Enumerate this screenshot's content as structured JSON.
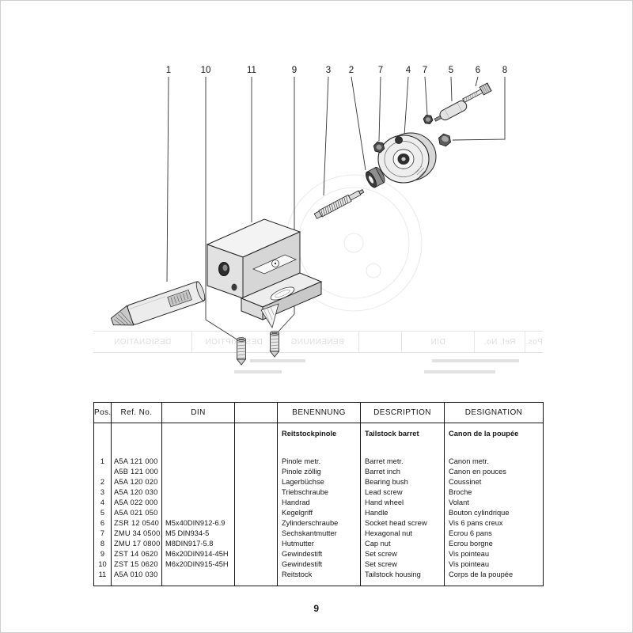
{
  "colors": {
    "ink": "#1a1a1a",
    "paper": "#ffffff"
  },
  "page": {
    "number": "9"
  },
  "diagram": {
    "callouts": [
      {
        "label": "1"
      },
      {
        "label": "10"
      },
      {
        "label": "11"
      },
      {
        "label": "9"
      },
      {
        "label": "3"
      },
      {
        "label": "2"
      },
      {
        "label": "7"
      },
      {
        "label": "4"
      },
      {
        "label": "7"
      },
      {
        "label": "5"
      },
      {
        "label": "6"
      },
      {
        "label": "8"
      }
    ]
  },
  "table": {
    "headers": {
      "pos": "Pos.",
      "ref": "Ref. No.",
      "din": "DIN",
      "benennung": "BENENNUNG",
      "description": "DESCRIPTION",
      "designation": "DESIGNATION"
    },
    "group": {
      "benennung": "Reitstockpinole",
      "description": "Tailstock barret",
      "designation": "Canon de la poupée"
    },
    "rows": [
      {
        "pos": "1",
        "ref": "A5A 121 000",
        "din": "",
        "benennung": "Pinole metr.",
        "description": "Barret metr.",
        "designation": "Canon metr."
      },
      {
        "pos": "",
        "ref": "A5B 121 000",
        "din": "",
        "benennung": "Pinole zöllig",
        "description": "Barret inch",
        "designation": "Canon en pouces"
      },
      {
        "pos": "2",
        "ref": "A5A 120 020",
        "din": "",
        "benennung": "Lagerbüchse",
        "description": "Bearing bush",
        "designation": "Coussinet"
      },
      {
        "pos": "3",
        "ref": "A5A 120 030",
        "din": "",
        "benennung": "Triebschraube",
        "description": "Lead screw",
        "designation": "Broche"
      },
      {
        "pos": "4",
        "ref": "A5A 022 000",
        "din": "",
        "benennung": "Handrad",
        "description": "Hand wheel",
        "designation": "Volant"
      },
      {
        "pos": "5",
        "ref": "A5A 021 050",
        "din": "",
        "benennung": "Kegelgriff",
        "description": "Handle",
        "designation": "Bouton cylindrique"
      },
      {
        "pos": "6",
        "ref": "ZSR 12 0540",
        "din": "M5x40DIN912-6.9",
        "benennung": "Zylinderschraube",
        "description": "Socket head screw",
        "designation": "Vis 6 pans creux"
      },
      {
        "pos": "7",
        "ref": "ZMU 34 0500",
        "din": "M5 DIN934-5",
        "benennung": "Sechskantmutter",
        "description": "Hexagonal nut",
        "designation": "Ecrou 6 pans"
      },
      {
        "pos": "8",
        "ref": "ZMU 17 0800",
        "din": "M8DIN917-5.8",
        "benennung": "Hutmutter",
        "description": "Cap nut",
        "designation": "Ecrou borgne"
      },
      {
        "pos": "9",
        "ref": "ZST 14 0620",
        "din": "M6x20DIN914-45H",
        "benennung": "Gewindestift",
        "description": "Set screw",
        "designation": "Vis pointeau"
      },
      {
        "pos": "10",
        "ref": "ZST 15 0620",
        "din": "M6x20DIN915-45H",
        "benennung": "Gewindestift",
        "description": "Set screw",
        "designation": "Vis pointeau"
      },
      {
        "pos": "11",
        "ref": "A5A 010 030",
        "din": "",
        "benennung": "Reitstock",
        "description": "Tailstock housing",
        "designation": "Corps de la poupée"
      }
    ]
  }
}
